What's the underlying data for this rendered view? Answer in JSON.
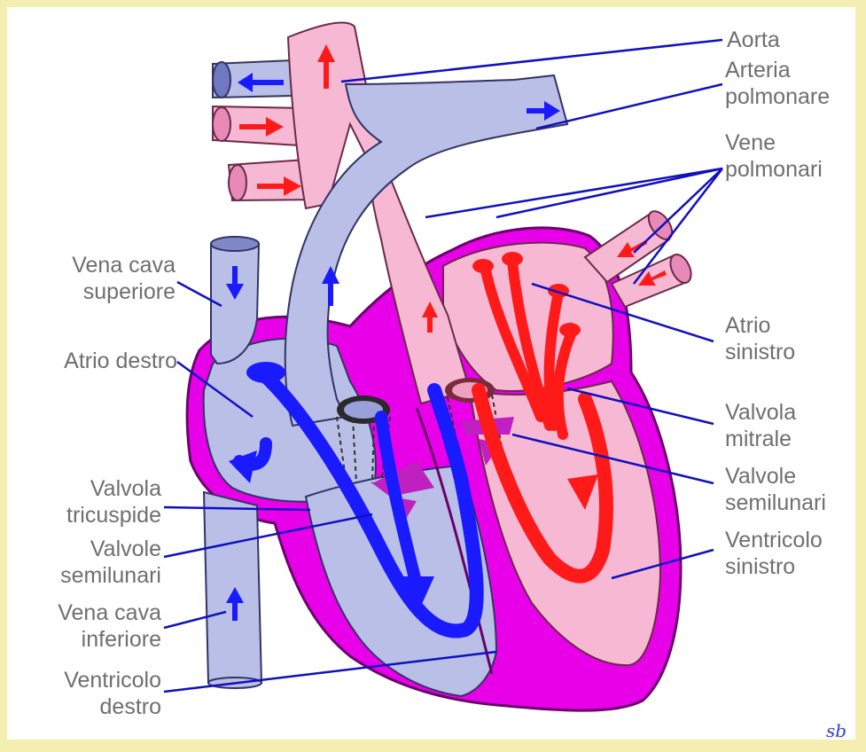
{
  "labels": {
    "aorta": "Aorta",
    "arteria_polmonare": "Arteria\npolmonare",
    "vene_polmonari": "Vene\npolmonari",
    "atrio_sinistro": "Atrio\nsinistro",
    "valvola_mitrale": "Valvola\nmitrale",
    "valvole_semilunari_sx": "Valvole\nsemilunari",
    "ventricolo_sinistro": "Ventricolo\nsinistro",
    "vena_cava_superiore": "Vena cava\nsuperiore",
    "atrio_destro": "Atrio destro",
    "valvola_tricuspide": "Valvola\ntricuspide",
    "valvole_semilunari_dx": "Valvole\nsemilunari",
    "vena_cava_inferiore": "Vena cava\ninferiore",
    "ventricolo_destro": "Ventricolo\ndestro"
  },
  "signature": "sb",
  "colors": {
    "oxygenated_vessel": "#f7b8d4",
    "deoxygenated_vessel": "#b9bfe6",
    "heart_wall": "#e800e8",
    "arrow_red": "#ff1a1a",
    "arrow_blue": "#1a1aff",
    "leader_line": "#1010c0",
    "label_text": "#6f6f6f"
  }
}
